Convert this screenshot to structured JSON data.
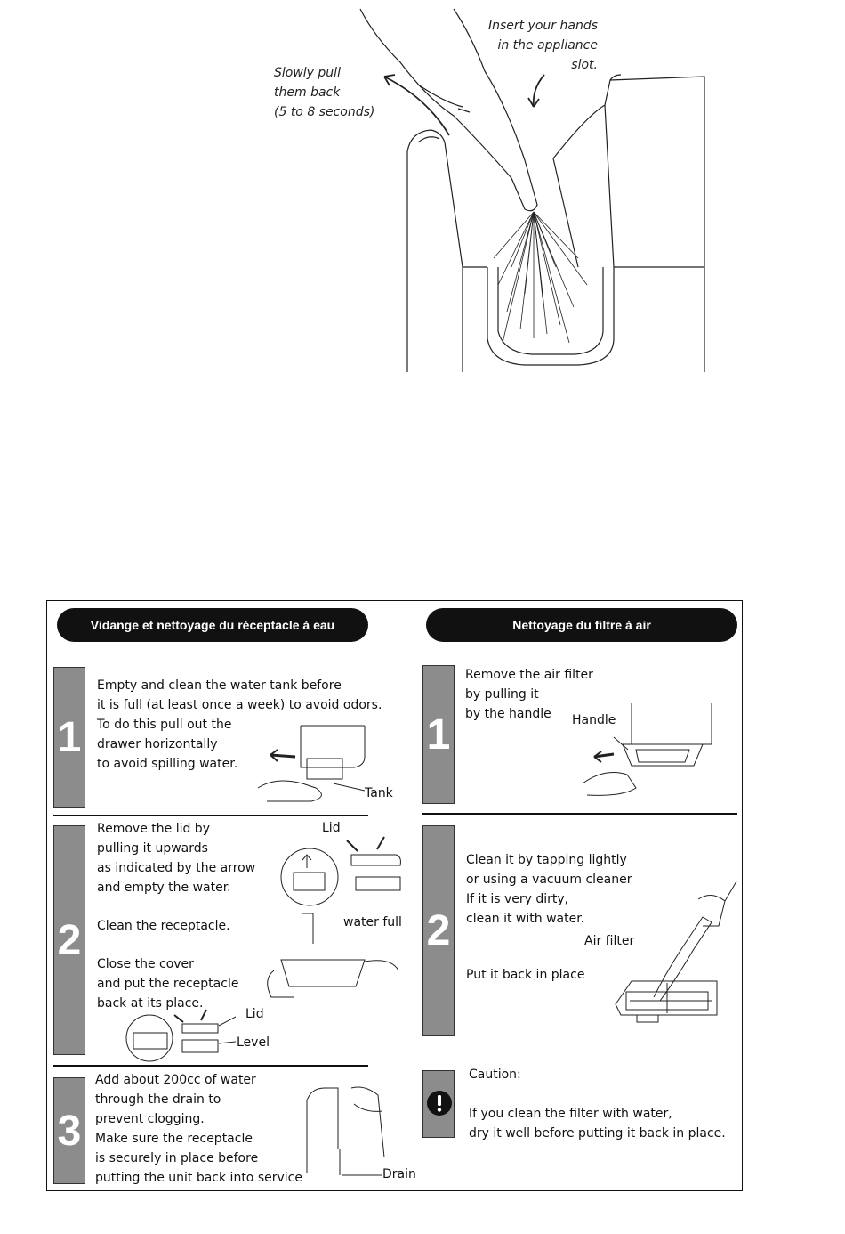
{
  "top_illustration": {
    "pull_back_text": [
      "Slowly pull",
      "them back",
      "(5 to 8 seconds)"
    ],
    "insert_text": [
      "Insert your hands",
      "in the appliance",
      "slot."
    ]
  },
  "left_section": {
    "header": "Vidange et nettoyage du réceptacle à eau",
    "step1": {
      "number": "1",
      "lines": [
        "Empty and clean the water tank before",
        "it is full (at least once a week) to avoid odors.",
        "To do this pull out the",
        "drawer horizontally",
        "to avoid spilling water."
      ],
      "label_tank": "Tank"
    },
    "step2": {
      "number": "2",
      "lines_a": [
        "Remove the lid by",
        "pulling it upwards",
        "as indicated by the arrow",
        "and empty the water."
      ],
      "line_b": "Clean the receptacle.",
      "lines_c": [
        "Close the cover",
        "and put the receptacle",
        "back at its place."
      ],
      "label_lid_top": "Lid",
      "label_water_full": "water full",
      "label_lid_bottom": "Lid",
      "label_level": "Level"
    },
    "step3": {
      "number": "3",
      "lines": [
        "Add about 200cc of water",
        "through the drain to",
        "prevent clogging.",
        "Make sure the receptacle",
        "is securely in place before",
        "putting the unit back into service"
      ],
      "label_drain": "Drain"
    }
  },
  "right_section": {
    "header": "Nettoyage du filtre à air",
    "step1": {
      "number": "1",
      "lines": [
        "Remove the air filter",
        "by pulling it",
        "by the handle"
      ],
      "label_handle": "Handle"
    },
    "step2": {
      "number": "2",
      "lines_a": [
        "Clean it by tapping lightly",
        "or using a vacuum cleaner",
        "If it is very dirty,",
        "clean it with water."
      ],
      "line_b": "Put it back in place",
      "label_air_filter": "Air filter"
    },
    "caution": {
      "icon": "exclamation-icon",
      "title": "Caution:",
      "lines": [
        "If you clean the filter with water,",
        "dry it well before putting it back in place."
      ]
    }
  }
}
